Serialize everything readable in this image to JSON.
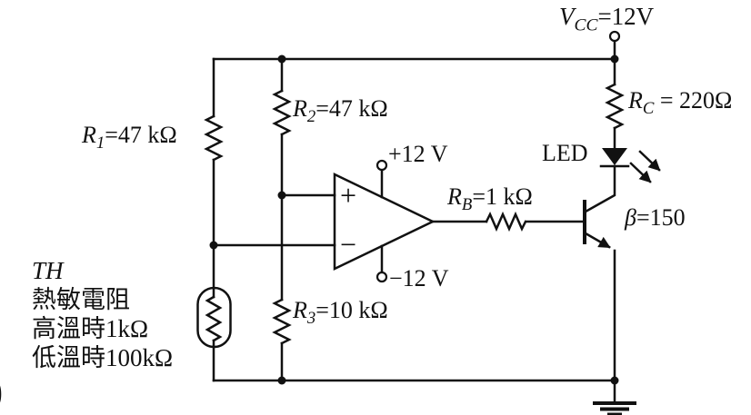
{
  "figure": {
    "type": "circuit-diagram",
    "description": "Thermistor comparator circuit: op-amp compares thermistor divider against reference divider and drives an LED through an NPN transistor"
  },
  "colors": {
    "ink": "#111111",
    "background": "#ffffff"
  },
  "labels": {
    "vcc": {
      "var": "V",
      "sub": "CC",
      "value": "=12V"
    },
    "rc": {
      "var": "R",
      "sub": "C",
      "value": " = 220Ω"
    },
    "r1": {
      "var": "R",
      "sub": "1",
      "value": "=47 kΩ"
    },
    "r2": {
      "var": "R",
      "sub": "2",
      "value": "=47 kΩ"
    },
    "r3": {
      "var": "R",
      "sub": "3",
      "value": "=10 kΩ"
    },
    "rb": {
      "var": "R",
      "sub": "B",
      "value": "=1 kΩ"
    },
    "beta": {
      "var": "β",
      "value": "=150"
    },
    "led": "LED",
    "supply_pos": "+12 V",
    "supply_neg": "−12 V",
    "opamp_noninverting": "+",
    "opamp_inverting": "−",
    "thermistor": {
      "title": "TH",
      "line1": "熱敏電阻",
      "line2": "高溫時1kΩ",
      "line3": "低溫時100kΩ"
    },
    "corner_mark": ")"
  }
}
